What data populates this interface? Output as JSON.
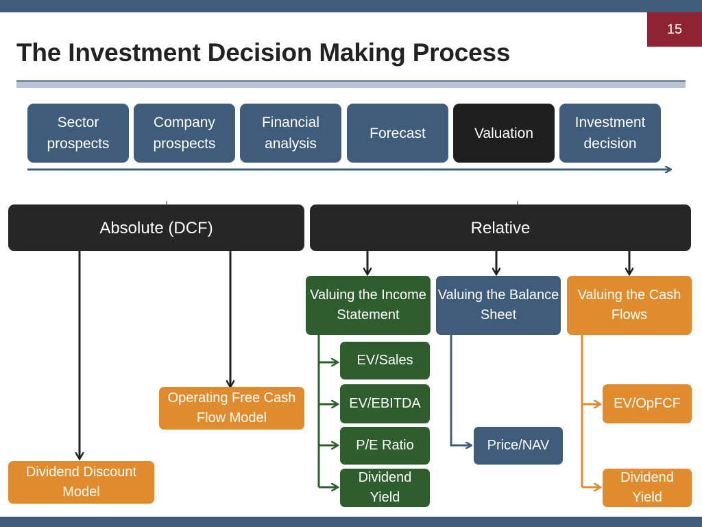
{
  "slide": {
    "page_number": "15",
    "title": "The Investment Decision Making Process"
  },
  "process": {
    "steps": [
      "Sector prospects",
      "Company prospects",
      "Financial analysis",
      "Forecast",
      "Valuation",
      "Investment decision"
    ],
    "highlighted_step": "Valuation"
  },
  "valuation": {
    "absolute_label": "Absolute  (DCF)",
    "relative_label": "Relative",
    "absolute_models": {
      "ofcf": "Operating Free Cash Flow Model",
      "ddm": "Dividend Discount Model"
    },
    "income_statement": {
      "label": "Valuing the Income Statement",
      "items": [
        "EV/Sales",
        "EV/EBITDA",
        "P/E Ratio",
        "Dividend Yield"
      ]
    },
    "balance_sheet": {
      "label": "Valuing the Balance Sheet",
      "items": [
        "Price/NAV"
      ]
    },
    "cash_flows": {
      "label": "Valuing the Cash Flows",
      "items": [
        "EV/OpFCF",
        "Dividend Yield"
      ]
    }
  },
  "colors": {
    "navy": "#3f5d7a",
    "black": "#262626",
    "green": "#2f5e2e",
    "orange": "#e08c2c",
    "maroon": "#8e2332"
  }
}
